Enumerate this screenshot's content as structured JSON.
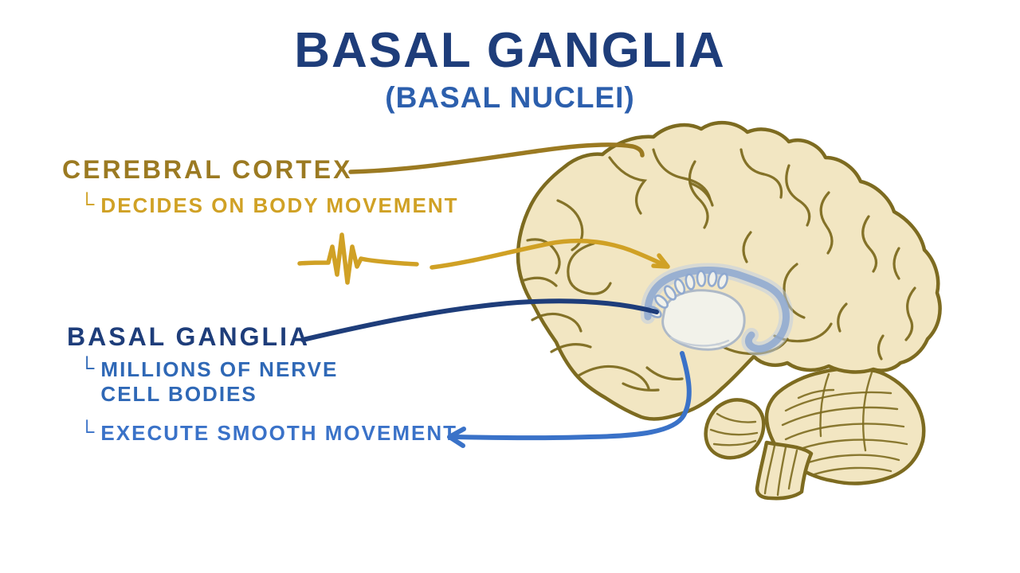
{
  "title": {
    "text": "BASAL GANGLIA",
    "subtitle": "(BASAL NUCLEI)"
  },
  "annotations": {
    "cerebral_cortex": {
      "label": "CEREBRAL CORTEX",
      "bullet_prefix": "└",
      "bullet": "DECIDES ON BODY MOVEMENT"
    },
    "basal_ganglia": {
      "label": "BASAL GANGLIA",
      "bullet_prefix": "└",
      "bullet1_line1": "MILLIONS OF NERVE",
      "bullet1_line2": "CELL BODIES",
      "bullet2_prefix": "└",
      "bullet2": "EXECUTE SMOOTH MOVEMENT"
    }
  },
  "illustration": {
    "subject": "human-brain-lateral-view",
    "parts": [
      "cerebrum",
      "cerebellum",
      "flocculus",
      "brainstem",
      "basal-ganglia-highlight"
    ],
    "connectors": [
      {
        "name": "cortex-pointer-line",
        "from": "cerebral-cortex-label",
        "to": "cerebral-cortex",
        "style": "curved-line",
        "color_ref": "gold_dark"
      },
      {
        "name": "nerve-impulse-squiggle",
        "type": "signal-waveform",
        "color_ref": "gold"
      },
      {
        "name": "impulse-arrow",
        "to": "basal-ganglia-structure",
        "style": "curved-arrow",
        "color_ref": "gold"
      },
      {
        "name": "basal-ganglia-pointer-line",
        "from": "basal-ganglia-label",
        "to": "basal-ganglia-structure",
        "style": "curved-line",
        "color_ref": "navy"
      },
      {
        "name": "execute-arrow",
        "from": "basal-ganglia-structure",
        "to": "execute-smooth-movement-bullet",
        "style": "curved-arrow",
        "color_ref": "blue_bright"
      }
    ]
  },
  "colors": {
    "background": "#ffffff",
    "navy": "#1e3d7a",
    "subtitle_blue": "#2c5fad",
    "blue": "#2f68b6",
    "blue_bright": "#3a72c8",
    "gold_dark": "#9b7a22",
    "gold": "#d0a125",
    "brain_fill": "#f2e6c2",
    "brain_outline": "#7d6b20",
    "highlight_rim": "#8ea8d0",
    "highlight_fill": "#f2f3ee"
  }
}
